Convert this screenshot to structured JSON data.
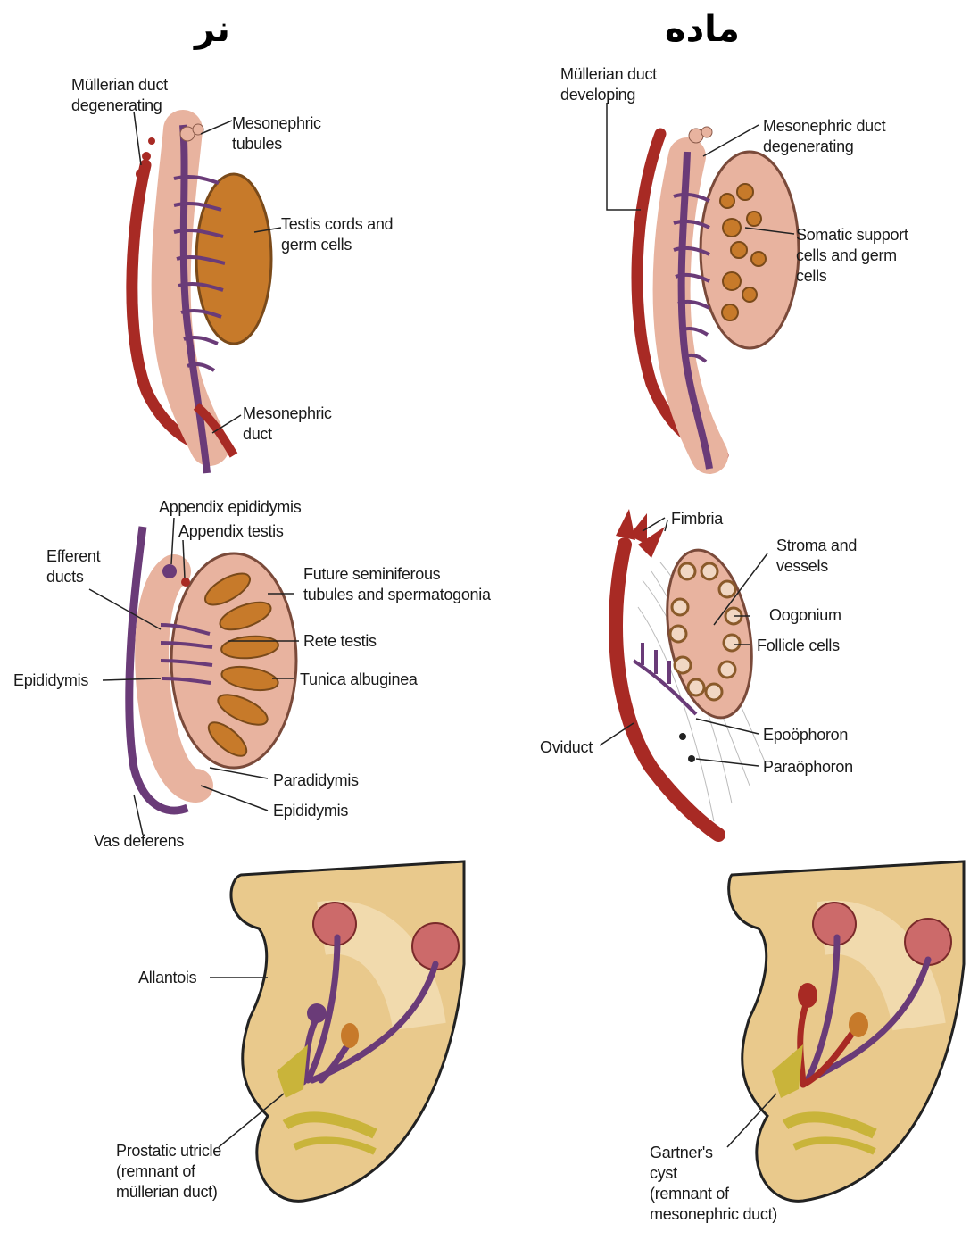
{
  "titles": {
    "male": "نر",
    "female": "ماده"
  },
  "male_indifferent": {
    "mullerian_degenerating": "Müllerian duct\ndegenerating",
    "mesonephric_tubules": "Mesonephric\ntubules",
    "testis_cords": "Testis cords and\ngerm cells",
    "mesonephric_duct": "Mesonephric\nduct"
  },
  "female_indifferent": {
    "mullerian_developing": "Müllerian duct\ndeveloping",
    "mesonephric_degenerating": "Mesonephric duct\ndegenerating",
    "somatic_support": "Somatic support\ncells and germ\ncells"
  },
  "male_testis": {
    "appendix_epididymis": "Appendix epididymis",
    "appendix_testis": "Appendix testis",
    "efferent_ducts": "Efferent\nducts",
    "future_seminiferous": "Future seminiferous\ntubules and spermatogonia",
    "rete_testis": "Rete testis",
    "epididymis_left": "Epididymis",
    "tunica_albuginea": "Tunica albuginea",
    "paradidymis": "Paradidymis",
    "epididymis_bottom": "Epididymis",
    "vas_deferens": "Vas deferens"
  },
  "female_ovary": {
    "fimbria": "Fimbria",
    "stroma": "Stroma and\nvessels",
    "oogonium": "Oogonium",
    "follicle_cells": "Follicle cells",
    "oviduct": "Oviduct",
    "epoophoron": "Epoöphoron",
    "paroophoron": "Paraöphoron"
  },
  "male_pelvis": {
    "allantois": "Allantois",
    "prostatic_utricle": "Prostatic utricle\n(remnant of\nmüllerian duct)"
  },
  "female_pelvis": {
    "gartner": "Gartner's\ncyst\n(remnant of\nmesonephric duct)"
  },
  "colors": {
    "mullerian_red": "#a82a24",
    "mesonephric_purple": "#6a3b78",
    "tissue_pink": "#e8b39f",
    "gonad_brown": "#c77a2a",
    "pelvis_tan": "#e9c98c",
    "urethra_yellow": "#c9b43a"
  }
}
